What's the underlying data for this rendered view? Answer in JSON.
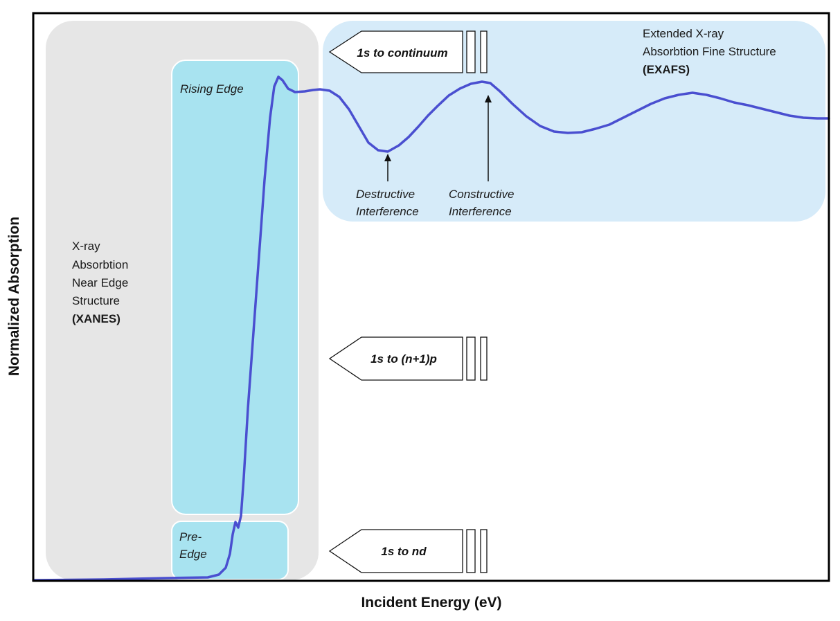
{
  "axes": {
    "xlabel": "Incident Energy (eV)",
    "ylabel": "Normalized Absorption"
  },
  "regions": {
    "xanes": {
      "lines": [
        "X-ray",
        "Absorbtion",
        "Near Edge",
        "Structure"
      ],
      "abbrev": "(XANES)"
    },
    "exafs": {
      "lines": [
        "Extended X-ray",
        "Absorbtion Fine Structure"
      ],
      "abbrev": "(EXAFS)"
    },
    "rising_edge": {
      "label": "Rising Edge"
    },
    "pre_edge": {
      "lines": [
        "Pre-",
        "Edge"
      ]
    }
  },
  "annotations": {
    "destructive": [
      "Destructive",
      "Interference"
    ],
    "constructive": [
      "Constructive",
      "Interference"
    ]
  },
  "transitions": [
    {
      "label": "1s to continuum"
    },
    {
      "label": "1s to (n+1)p"
    },
    {
      "label": "1s to nd"
    }
  ],
  "colors": {
    "curve": "#4a4fd0",
    "xanes_bg": "#e6e6e6",
    "exafs_bg": "#d6ebf9",
    "edge_box": "#a8e3f0",
    "frame": "#000000"
  }
}
